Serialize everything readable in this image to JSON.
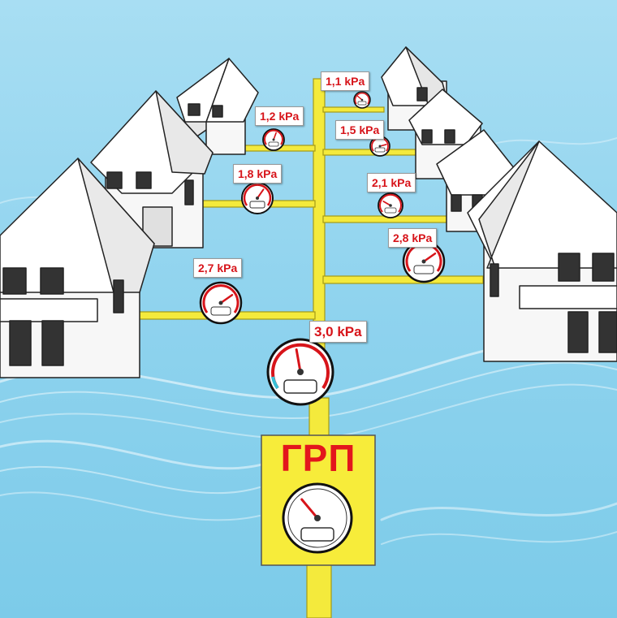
{
  "station": {
    "label": "ГРП"
  },
  "pressure_labels": {
    "main": "3,0 kPa",
    "p27": "2,7 kPa",
    "p18": "1,8 kPa",
    "p12": "1,2 kPa",
    "p11": "1,1 kPa",
    "p15": "1,5 kPa",
    "p21": "2,1 kPa",
    "p28": "2,8 kPa"
  },
  "colors": {
    "background": "#8fd3ee",
    "pipe": "#f4ea3c",
    "station_box": "#f7ec3a",
    "label_text": "#d7141a",
    "gauge_red": "#d7141a"
  },
  "gauges": [
    {
      "id": "station",
      "needle_angle": -40
    },
    {
      "id": "main",
      "needle_angle": -10
    },
    {
      "id": "p27",
      "needle_angle": 55
    },
    {
      "id": "p18",
      "needle_angle": 35
    },
    {
      "id": "p12",
      "needle_angle": 20
    },
    {
      "id": "p11",
      "needle_angle": -50
    },
    {
      "id": "p15",
      "needle_angle": 75
    },
    {
      "id": "p21",
      "needle_angle": -60
    },
    {
      "id": "p28",
      "needle_angle": 55
    }
  ]
}
